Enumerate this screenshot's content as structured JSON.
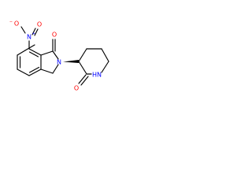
{
  "molecule": {
    "atoms": {
      "nitro_o_top": "O",
      "nitro_o_top_charge": "−",
      "nitro_n": "N",
      "nitro_n_charge": "+",
      "carbonyl_o_left": "O",
      "lactam_n": "N",
      "amide_nh": "HN",
      "carbonyl_o_bottom": "O"
    },
    "colors": {
      "oxygen": "#ff0000",
      "nitrogen": "#0000ff",
      "bond": "#000000"
    }
  }
}
